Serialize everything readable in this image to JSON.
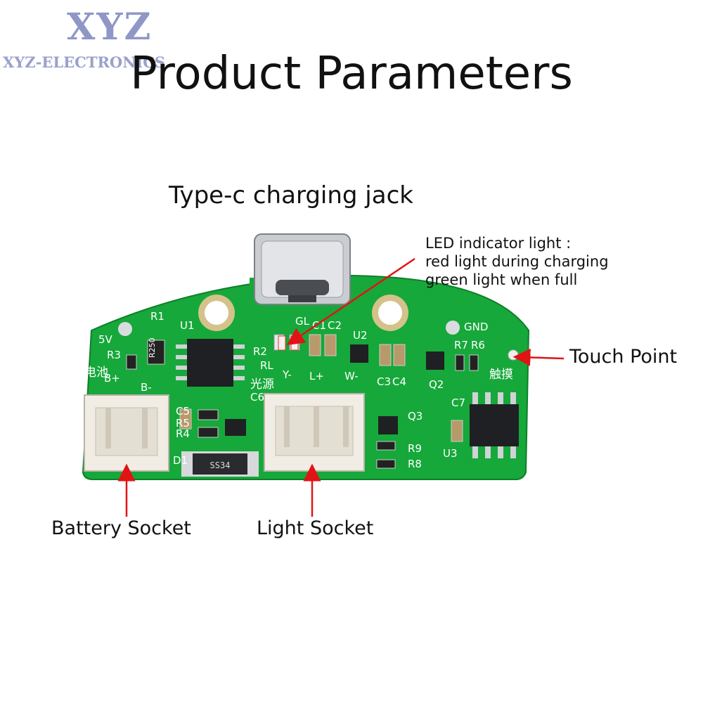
{
  "watermark": {
    "brand": "XYZ",
    "sub": "XYZ-ELECTRONICS"
  },
  "title": "Product Parameters",
  "labels": {
    "typec": "Type-c charging jack",
    "led": [
      "LED indicator light :",
      "red light during charging",
      "green light when full"
    ],
    "touch": "Touch Point",
    "battery": "Battery Socket",
    "light": "Light Socket"
  },
  "silkscreen": {
    "v5": "5V",
    "gnd": "GND",
    "r1": "R1",
    "u1": "U1",
    "r3": "R3",
    "r2": "R2",
    "gl": "GL",
    "c1": "C1",
    "c2": "C2",
    "u2": "U2",
    "r7": "R7",
    "r6": "R6",
    "bplus": "B+",
    "bminus": "B-",
    "battery_cn": "电池",
    "light_cn": "光源",
    "touch_cn": "触摸",
    "rl": "RL",
    "y": "Y-",
    "l": "L+",
    "w": "W-",
    "c3": "C3",
    "c4": "C4",
    "q2": "Q2",
    "c5": "C5",
    "r5": "R5",
    "r4": "R4",
    "c6": "C6",
    "c7": "C7",
    "q3": "Q3",
    "r9": "R9",
    "r8": "R8",
    "u3": "U3",
    "d1": "D1",
    "diode": "SS34",
    "r1val": "R250"
  },
  "colors": {
    "pcb": "#16a83a",
    "pcb_dark": "#0f8a2c",
    "arrow": "#e01414",
    "text": "#111111"
  }
}
